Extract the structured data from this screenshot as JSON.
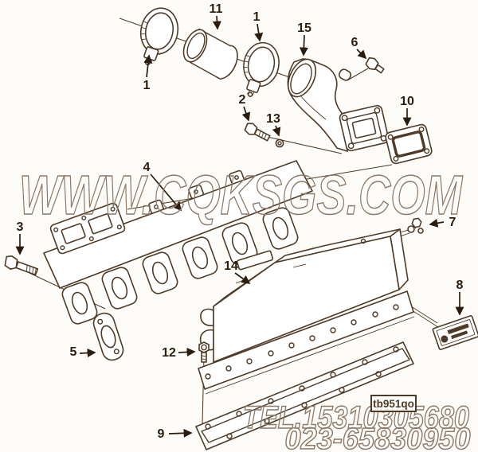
{
  "diagram": {
    "type": "exploded-parts-diagram",
    "callouts": {
      "clamp_front": "1",
      "hose": "11",
      "clamp_rear": "1",
      "outlet_connection": "15",
      "connection_bolt": "6",
      "connection_gasket": "10",
      "upper_capscrew": "2",
      "lockwasher": "13",
      "exhaust_manifold": "4",
      "manifold_capscrew": "3",
      "fitting": "7",
      "heat_shield": "14",
      "data_plate": "8",
      "port_gasket": "5",
      "shield_capscrew": "12",
      "cover_gasket": "9"
    },
    "watermarks": {
      "site": "WWW.CQKSGS.COM",
      "tel_line1": "TEL.15310305680",
      "tel_line2": "023-65830950"
    },
    "figure_label": "tb951qo",
    "colors": {
      "line": "#4e3a27",
      "label": "#2b1c10",
      "wm": "#8d7968",
      "background": "#fdfcf8"
    }
  }
}
